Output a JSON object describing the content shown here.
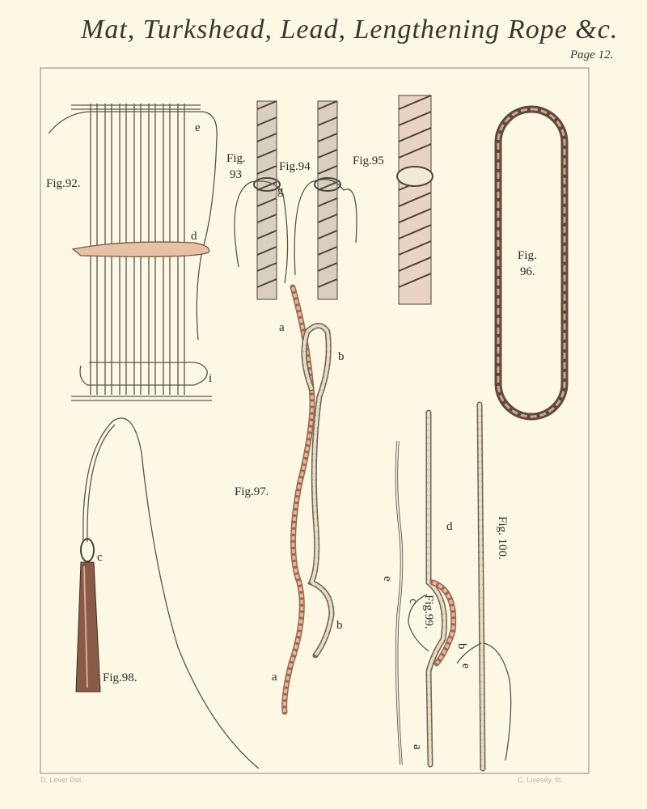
{
  "header": {
    "title": "Mat, Turkshead, Lead, Lengthening Rope &c.",
    "page": "Page 12."
  },
  "figures": {
    "fig92": {
      "label": "Fig.92.",
      "letters": [
        "e",
        "d",
        "i"
      ]
    },
    "fig93": {
      "label_line1": "Fig.",
      "label_line2": "93",
      "letters": [
        "g"
      ]
    },
    "fig94": {
      "label": "Fig.94"
    },
    "fig95": {
      "label": "Fig.95"
    },
    "fig96": {
      "label_line1": "Fig.",
      "label_line2": "96."
    },
    "fig97": {
      "label": "Fig.97.",
      "letters": [
        "a",
        "b",
        "b",
        "a"
      ]
    },
    "fig98": {
      "label": "Fig.98.",
      "letters": [
        "c"
      ]
    },
    "fig99": {
      "label": "Fig.99.",
      "letters": [
        "d",
        "c",
        "e",
        "b",
        "e",
        "a"
      ]
    },
    "fig100": {
      "label": "Fig. 100."
    }
  },
  "footer": {
    "draughtsman": "D. Lever Del.",
    "engraver": "C. Livesey, fc."
  },
  "colors": {
    "paper": "#fdf8e3",
    "ink": "#3a3530",
    "rope_tint": "#e9b59a"
  }
}
